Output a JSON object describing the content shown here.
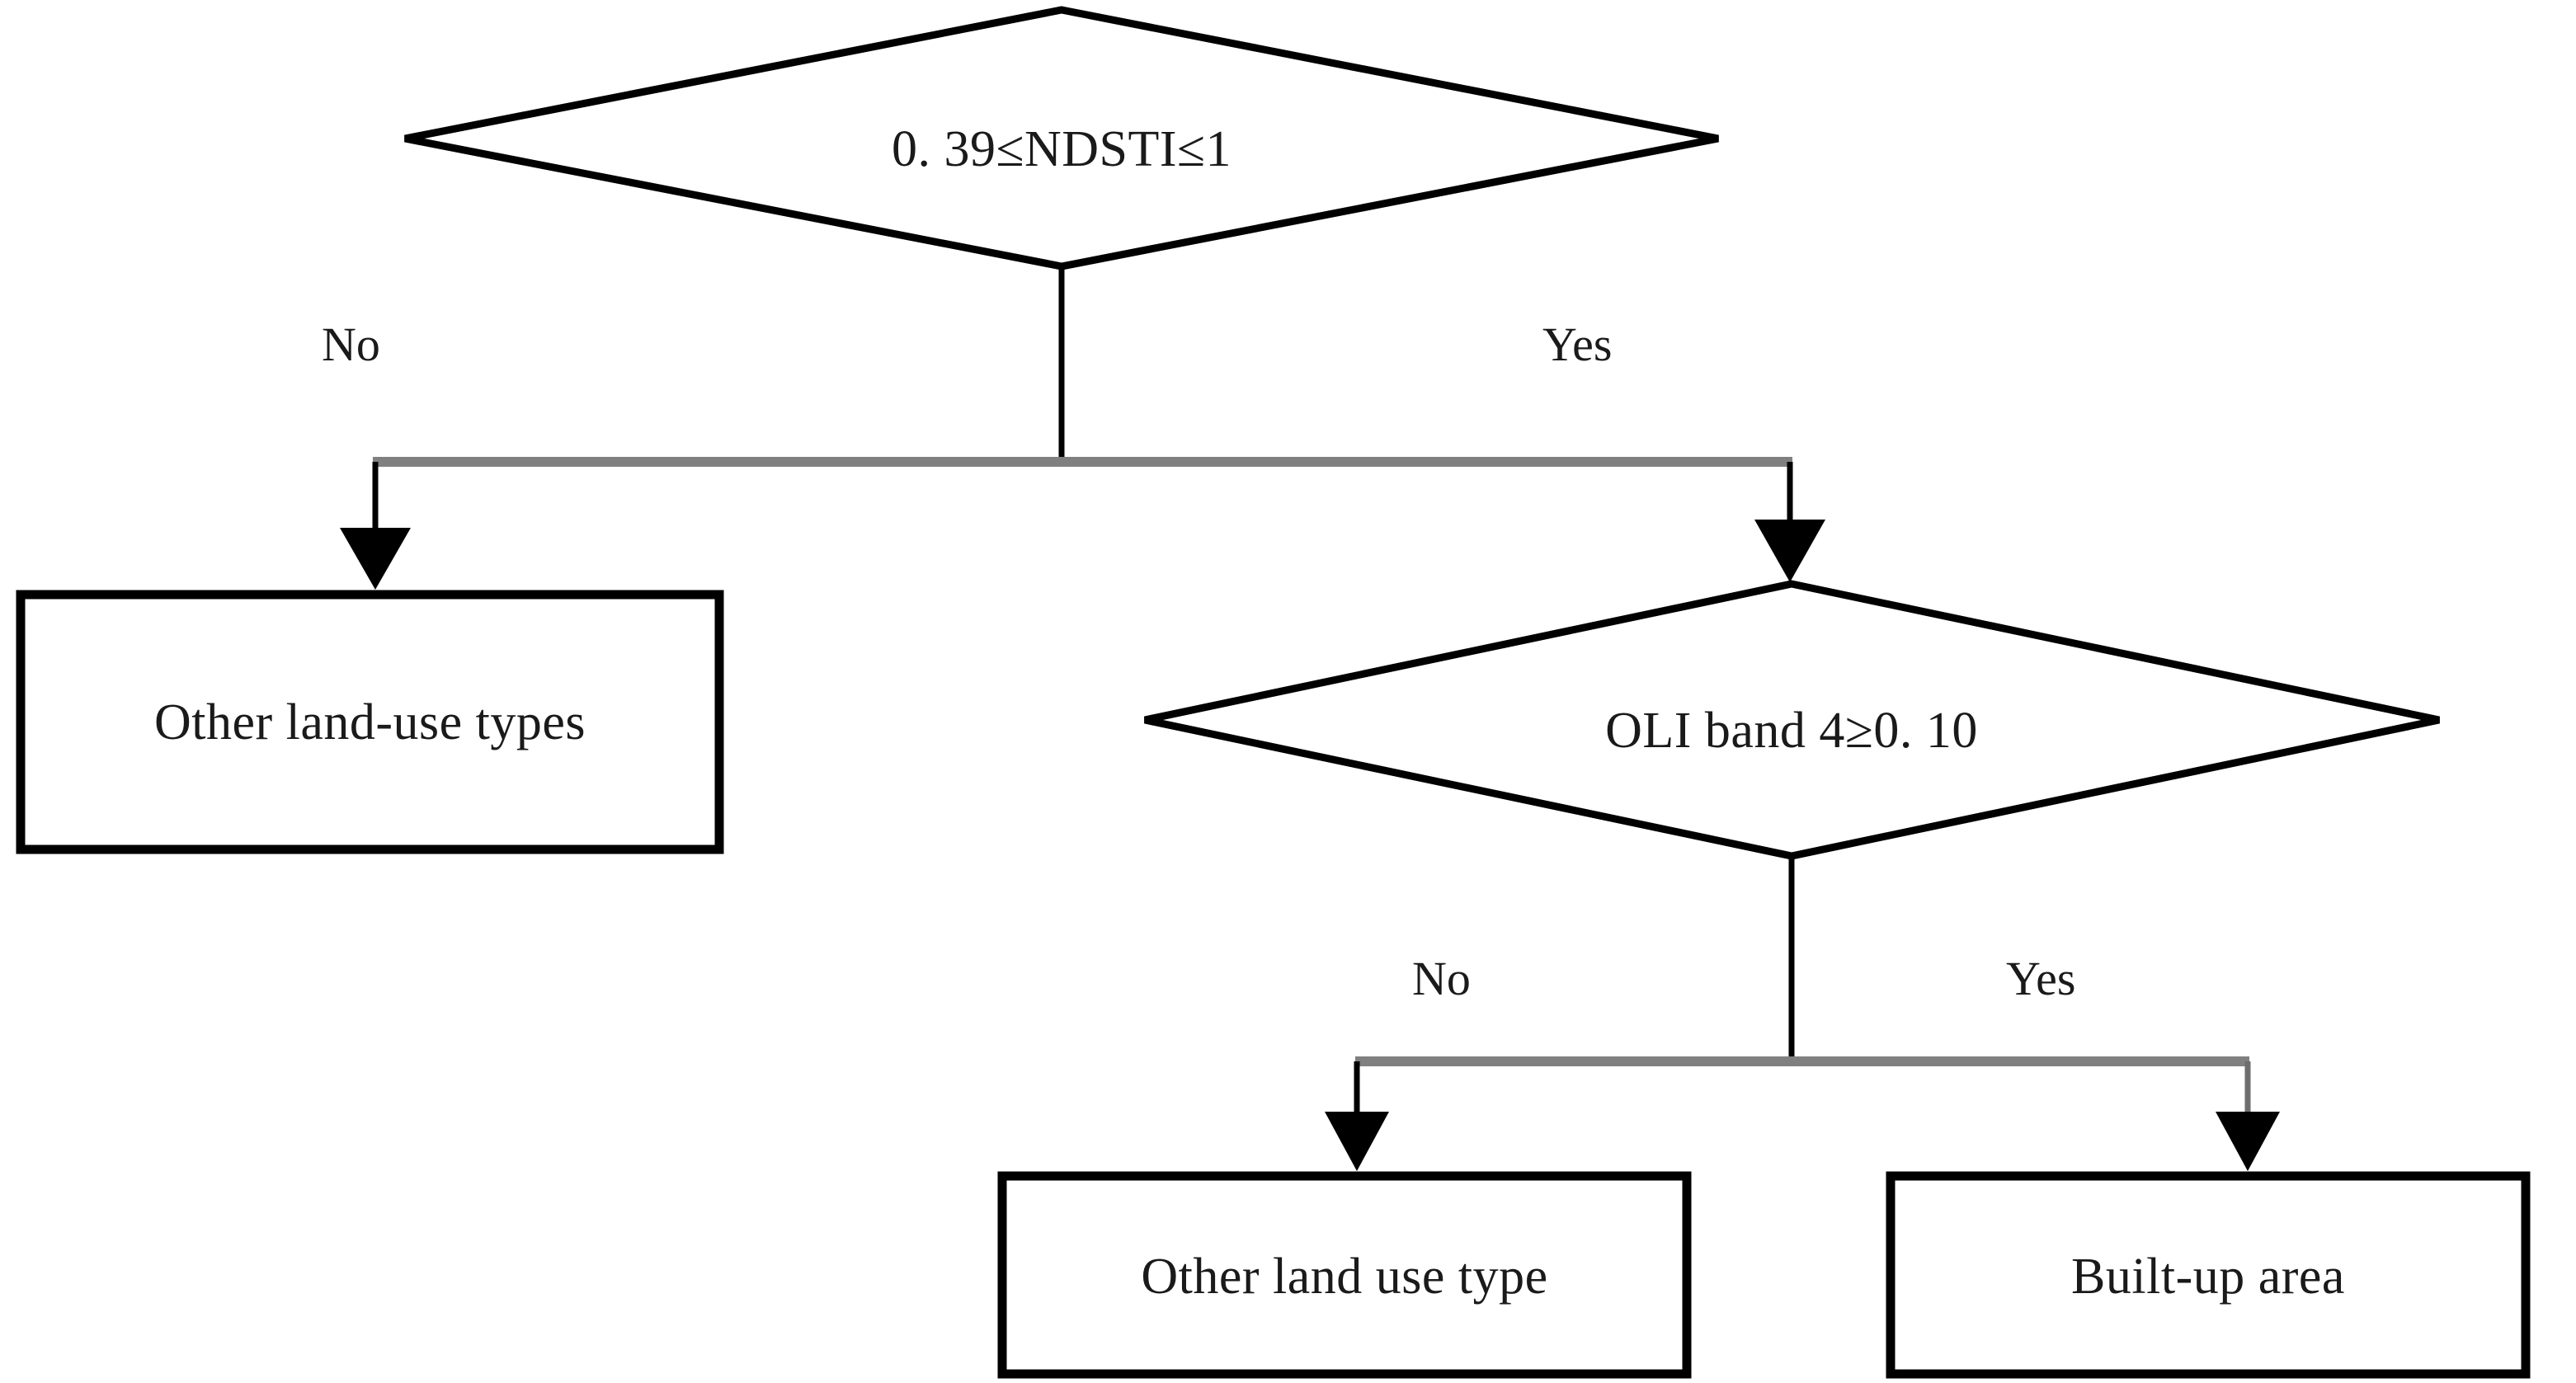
{
  "diagram": {
    "type": "decision-flowchart",
    "title": "",
    "colors": {
      "shape_stroke": "#000000",
      "text": "#1a1a1a",
      "connector_gray": "#808080",
      "arrow_black": "#000000",
      "background": "#ffffff"
    },
    "nodes": [
      {
        "id": "decision-ndsti",
        "shape": "diamond",
        "label": "0. 39≤NDSTI≤1"
      },
      {
        "id": "other-land-use-types",
        "shape": "rectangle",
        "label": "Other land-use types"
      },
      {
        "id": "decision-oli-band4",
        "shape": "diamond",
        "label": "OLI band 4≥0. 10"
      },
      {
        "id": "other-land-use-type",
        "shape": "rectangle",
        "label": "Other land use type"
      },
      {
        "id": "built-up-area",
        "shape": "rectangle",
        "label": "Built-up area"
      }
    ],
    "edges": [
      {
        "id": "ndsti-no",
        "from": "decision-ndsti",
        "to": "other-land-use-types",
        "label": "No"
      },
      {
        "id": "ndsti-yes",
        "from": "decision-ndsti",
        "to": "decision-oli-band4",
        "label": "Yes"
      },
      {
        "id": "oli-no",
        "from": "decision-oli-band4",
        "to": "other-land-use-type",
        "label": "No"
      },
      {
        "id": "oli-yes",
        "from": "decision-oli-band4",
        "to": "built-up-area",
        "label": "Yes"
      }
    ]
  }
}
